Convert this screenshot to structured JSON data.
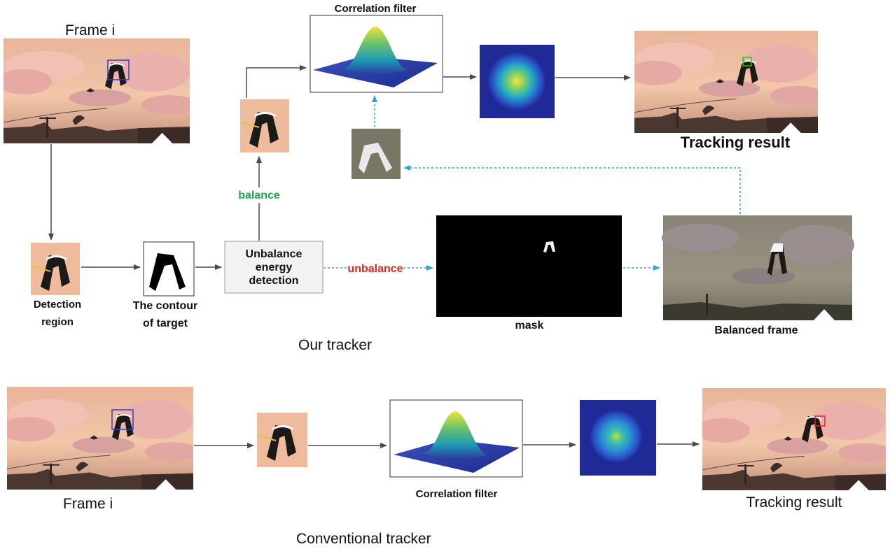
{
  "our_tracker": {
    "frame_label": "Frame i",
    "detection_region": [
      "Detection",
      "region"
    ],
    "contour": [
      "The contour",
      "of target"
    ],
    "energy_box": [
      "Unbalance",
      "energy",
      "detection"
    ],
    "balance_label": "balance",
    "unbalance_label": "unbalance",
    "filter_title": "Correlation filter",
    "mask_label": "mask",
    "balanced_frame_label": "Balanced frame",
    "result_label": "Tracking result",
    "caption": "Our tracker"
  },
  "conventional_tracker": {
    "frame_label": "Frame i",
    "filter_label": "Correlation filter",
    "result_label": "Tracking result",
    "caption": "Conventional tracker"
  },
  "colors": {
    "balance": "#1aa84a",
    "unbalance": "#e0261f",
    "dotted_arrow": "#2aa8dc",
    "solid_arrow": "#4a4a4a",
    "response_map_bg": "#1f2a96",
    "track_box_ours": "#22c922",
    "track_box_conventional": "#e0261f",
    "detect_box": "#3b3fc4"
  }
}
